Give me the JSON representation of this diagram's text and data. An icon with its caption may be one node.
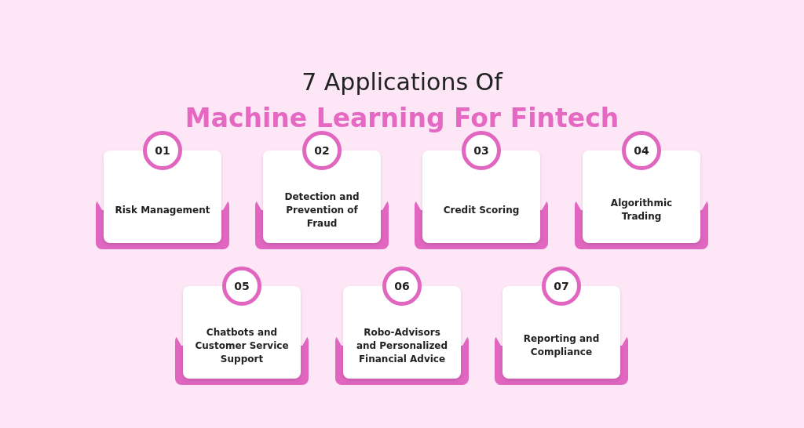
{
  "diagram": {
    "title": "7 Applications Of **Machine Learning For Fintech**",
    "nodes": [
      {
        "text": [
          "01"
        ]
      },
      {
        "text": [
          "Risk Management"
        ]
      },
      {
        "text": [
          "02"
        ]
      },
      {
        "text": [
          "Detection and Prevention of Fraud"
        ]
      },
      {
        "text": [
          "03"
        ]
      },
      {
        "text": [
          "Credit Scoring"
        ]
      },
      {
        "text": [
          "04"
        ]
      },
      {
        "text": [
          "Algorithmic Trading"
        ]
      },
      {
        "text": [
          "05"
        ]
      },
      {
        "text": [
          "Chatbots and Customer Service Support"
        ]
      },
      {
        "text": [
          "06"
        ]
      },
      {
        "text": [
          "Robo-Advisors and Personalized Financial Advice"
        ]
      },
      {
        "text": [
          "07"
        ]
      },
      {
        "text": [
          "Reporting and Compliance"
        ]
      }
    ],
    "edges": []
  }
}
